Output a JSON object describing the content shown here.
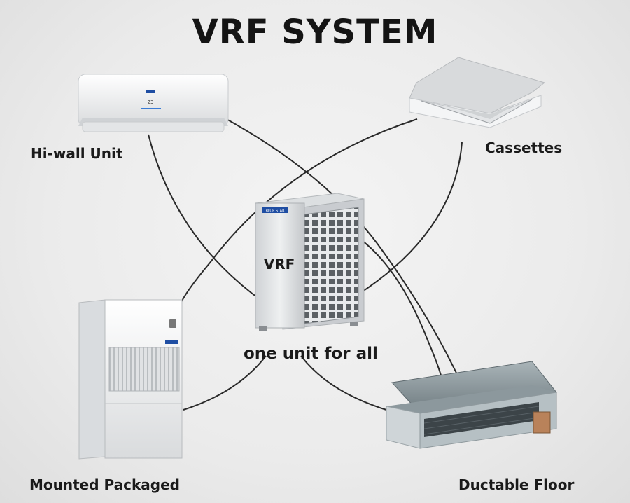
{
  "title": "VRF SYSTEM",
  "center": {
    "unit_text": "VRF",
    "brand_badge": "BLUE STAR",
    "caption": "one unit for all"
  },
  "units": {
    "hi_wall": "Hi-wall Unit",
    "cassettes": "Cassettes",
    "mounted_packaged": "Mounted Packaged",
    "ductable_floor": "Ductable Floor"
  },
  "colors": {
    "title": "#141414",
    "lines": "#2a2a2a",
    "brand_blue": "#1f4ea3"
  }
}
